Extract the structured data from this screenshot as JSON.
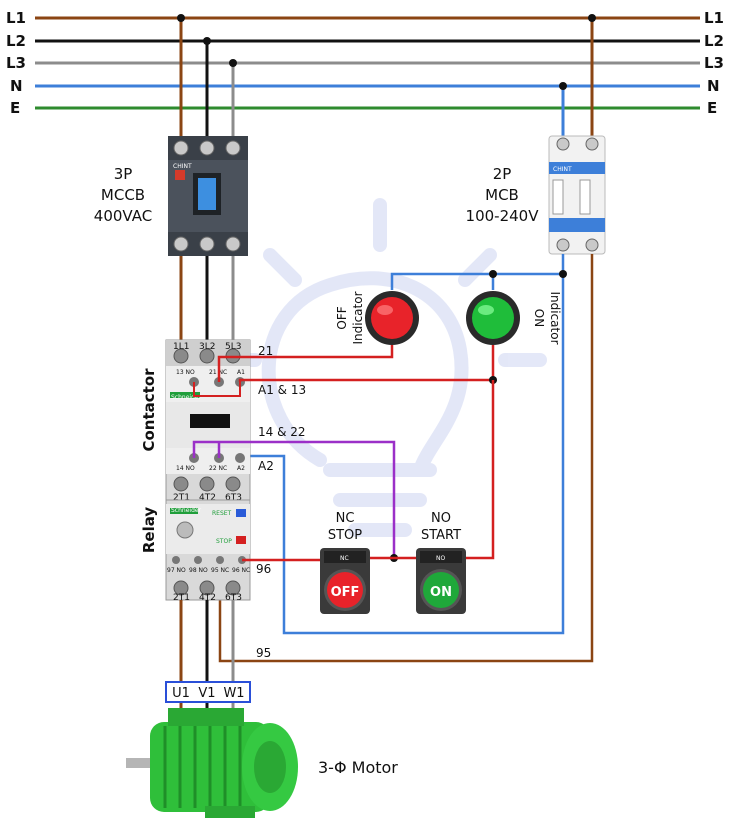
{
  "lines": {
    "l1": "L1",
    "l2": "L2",
    "l3": "L3",
    "n": "N",
    "e": "E"
  },
  "colors": {
    "l1": "#8B4513",
    "l2": "#111111",
    "l3": "#8c8c8c",
    "n": "#3d7fd9",
    "e": "#2e8b2e",
    "control": "#d42020",
    "aux": "#9b30c8"
  },
  "mccb": {
    "line1": "3P",
    "line2": "MCCB",
    "line3": "400VAC"
  },
  "mcb": {
    "line1": "2P",
    "line2": "MCB",
    "line3": "100-240V"
  },
  "indicators": {
    "off_line1": "OFF",
    "off_line2": "Indicator",
    "on_line1": "ON",
    "on_line2": "Indicator"
  },
  "contactor": {
    "title": "Contactor",
    "top_terminals": [
      "1L1",
      "3L2",
      "5L3"
    ],
    "aux_top": [
      "13 NO",
      "21 NC",
      "A1"
    ],
    "aux_bottom": [
      "14 NO",
      "22 NC",
      "A2"
    ],
    "bottom_terminals": [
      "2T1",
      "4T2",
      "6T3"
    ]
  },
  "relay": {
    "title": "Relay",
    "reset": "RESET",
    "stop": "STOP",
    "aux": [
      "97 NO",
      "98 NO",
      "95 NC",
      "96 NC"
    ],
    "bottom_terminals": [
      "2T1",
      "4T2",
      "6T3"
    ]
  },
  "wire_labels": {
    "w21": "21",
    "a1_13": "A1 & 13",
    "w14_22": "14 & 22",
    "a2": "A2",
    "w96": "96",
    "w95": "95"
  },
  "buttons": {
    "stop_line1": "NC",
    "stop_line2": "STOP",
    "stop_face": "OFF",
    "start_line1": "NO",
    "start_line2": "START",
    "start_face": "ON",
    "head_nc": "NC",
    "head_no": "NO"
  },
  "motor": {
    "terminals": [
      "U1",
      "V1",
      "W1"
    ],
    "label": "3-Φ Motor"
  },
  "brand": {
    "chint": "CHINT",
    "schneider": "Schneider"
  }
}
